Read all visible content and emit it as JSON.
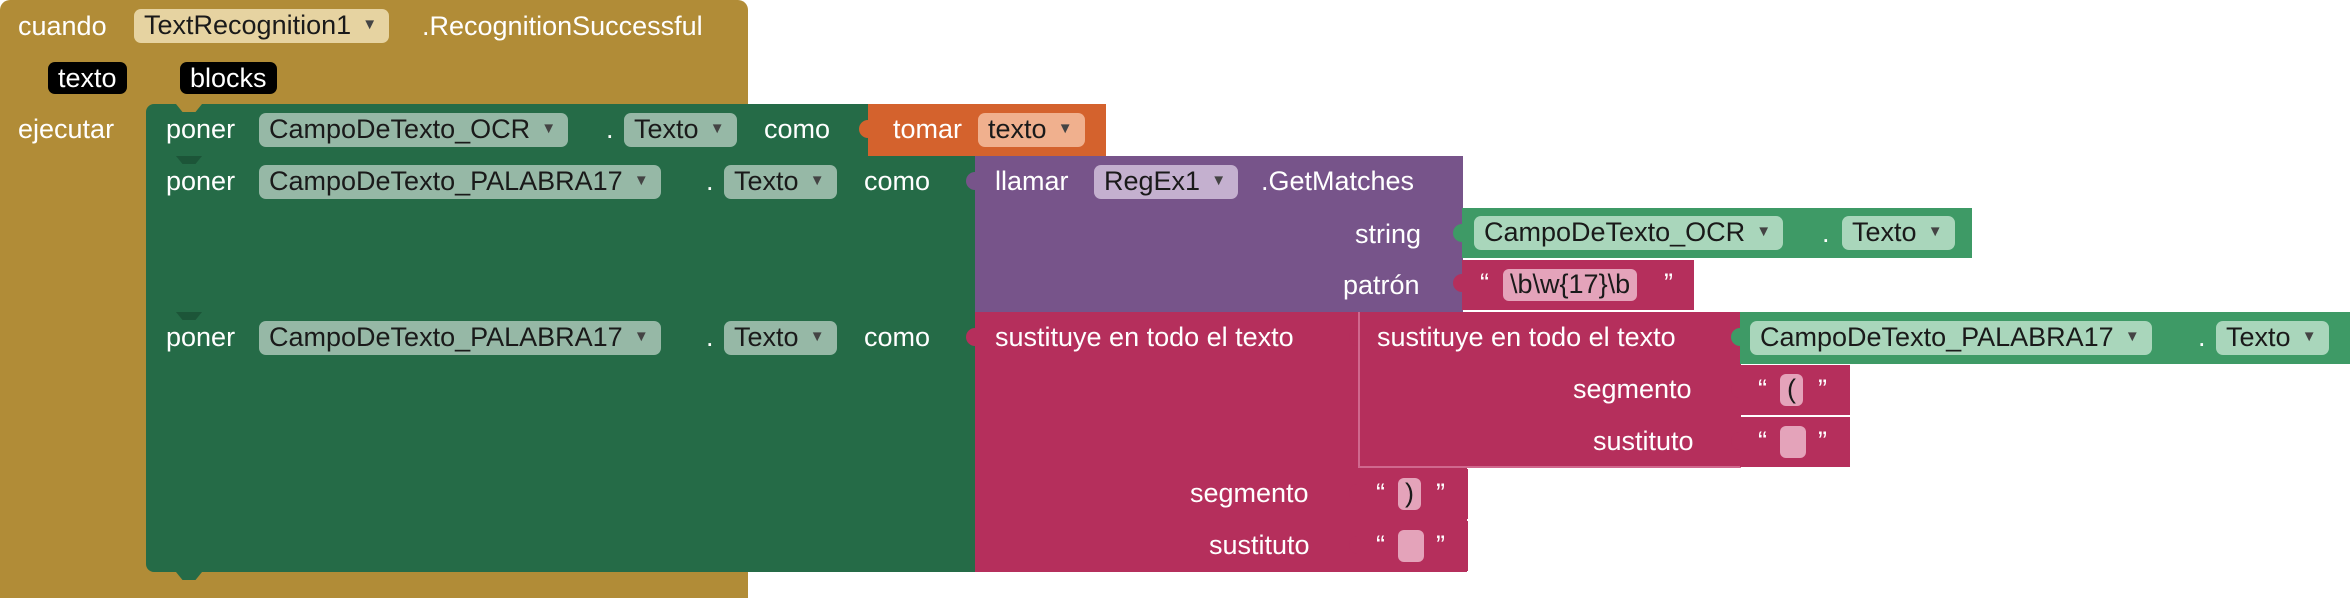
{
  "event": {
    "when_label": "cuando",
    "component": "TextRecognition1",
    "event_name": ".RecognitionSuccessful",
    "params": [
      "texto",
      "blocks"
    ],
    "do_label": "ejecutar"
  },
  "stmt1": {
    "set_label": "poner",
    "component": "CampoDeTexto_OCR",
    "dot": ".",
    "property": "Texto",
    "to_label": "como",
    "get": {
      "label": "tomar",
      "var": "texto"
    }
  },
  "stmt2": {
    "set_label": "poner",
    "component": "CampoDeTexto_PALABRA17",
    "dot": ".",
    "property": "Texto",
    "to_label": "como",
    "call": {
      "label": "llamar",
      "component": "RegEx1",
      "method": ".GetMatches",
      "arg_string_label": "string",
      "arg_string_component": "CampoDeTexto_OCR",
      "arg_string_dot": ".",
      "arg_string_property": "Texto",
      "arg_pattern_label": "patrón",
      "pattern_value": "\\b\\w{17}\\b"
    }
  },
  "stmt3": {
    "set_label": "poner",
    "component": "CampoDeTexto_PALABRA17",
    "dot": ".",
    "property": "Texto",
    "to_label": "como",
    "outer": {
      "label": "sustituye en todo el texto",
      "segment_label": "segmento",
      "segment_value": ")",
      "replacement_label": "sustituto",
      "replacement_value": ""
    },
    "inner": {
      "label": "sustituye en todo el texto",
      "text_component": "CampoDeTexto_PALABRA17",
      "text_dot": ".",
      "text_property": "Texto",
      "segment_label": "segmento",
      "segment_value": "(",
      "replacement_label": "sustituto",
      "replacement_value": ""
    }
  },
  "quotes": {
    "open": "“",
    "close": "”"
  },
  "caret": "▼",
  "colors": {
    "event": "#b18c37",
    "setter": "#256b47",
    "getter": "#d4622d",
    "extension": "#77548a",
    "text": "#b52f5c",
    "component_getter": "#3e9a66"
  }
}
